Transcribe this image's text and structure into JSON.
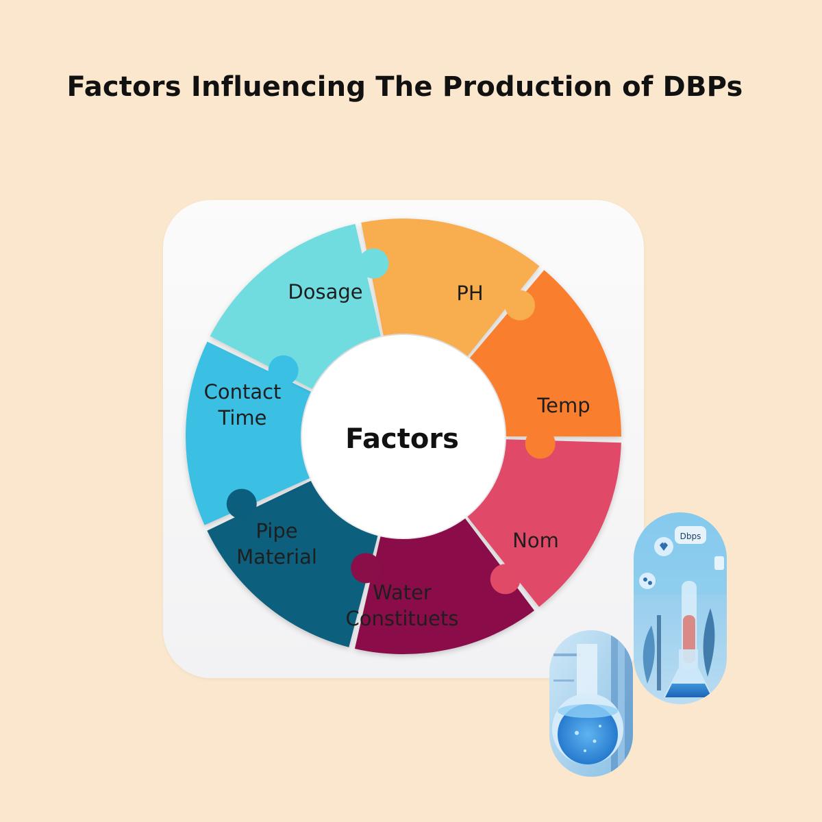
{
  "title": "Factors Influencing The Production of DBPs",
  "center": "Factors",
  "segments": [
    {
      "lines": [
        "Dosage"
      ],
      "color": "#f8ad4f"
    },
    {
      "lines": [
        "PH"
      ],
      "color": "#f97e2f"
    },
    {
      "lines": [
        "Temp"
      ],
      "color": "#e04a67"
    },
    {
      "lines": [
        "Nom"
      ],
      "color": "#8a0f49"
    },
    {
      "lines": [
        "Water",
        "Constituets"
      ],
      "color": "#0c5e7e"
    },
    {
      "lines": [
        "Pipe",
        "Material"
      ],
      "color": "#3ac0e4"
    },
    {
      "lines": [
        "Contact",
        "Time"
      ],
      "color": "#6fdce0"
    }
  ],
  "photo_labels": {
    "dbps_badge": "Dbps"
  },
  "colors": {
    "background": "#fae7cd",
    "card": "#f6f6f7",
    "photo_blue": "#5aa7d8"
  }
}
